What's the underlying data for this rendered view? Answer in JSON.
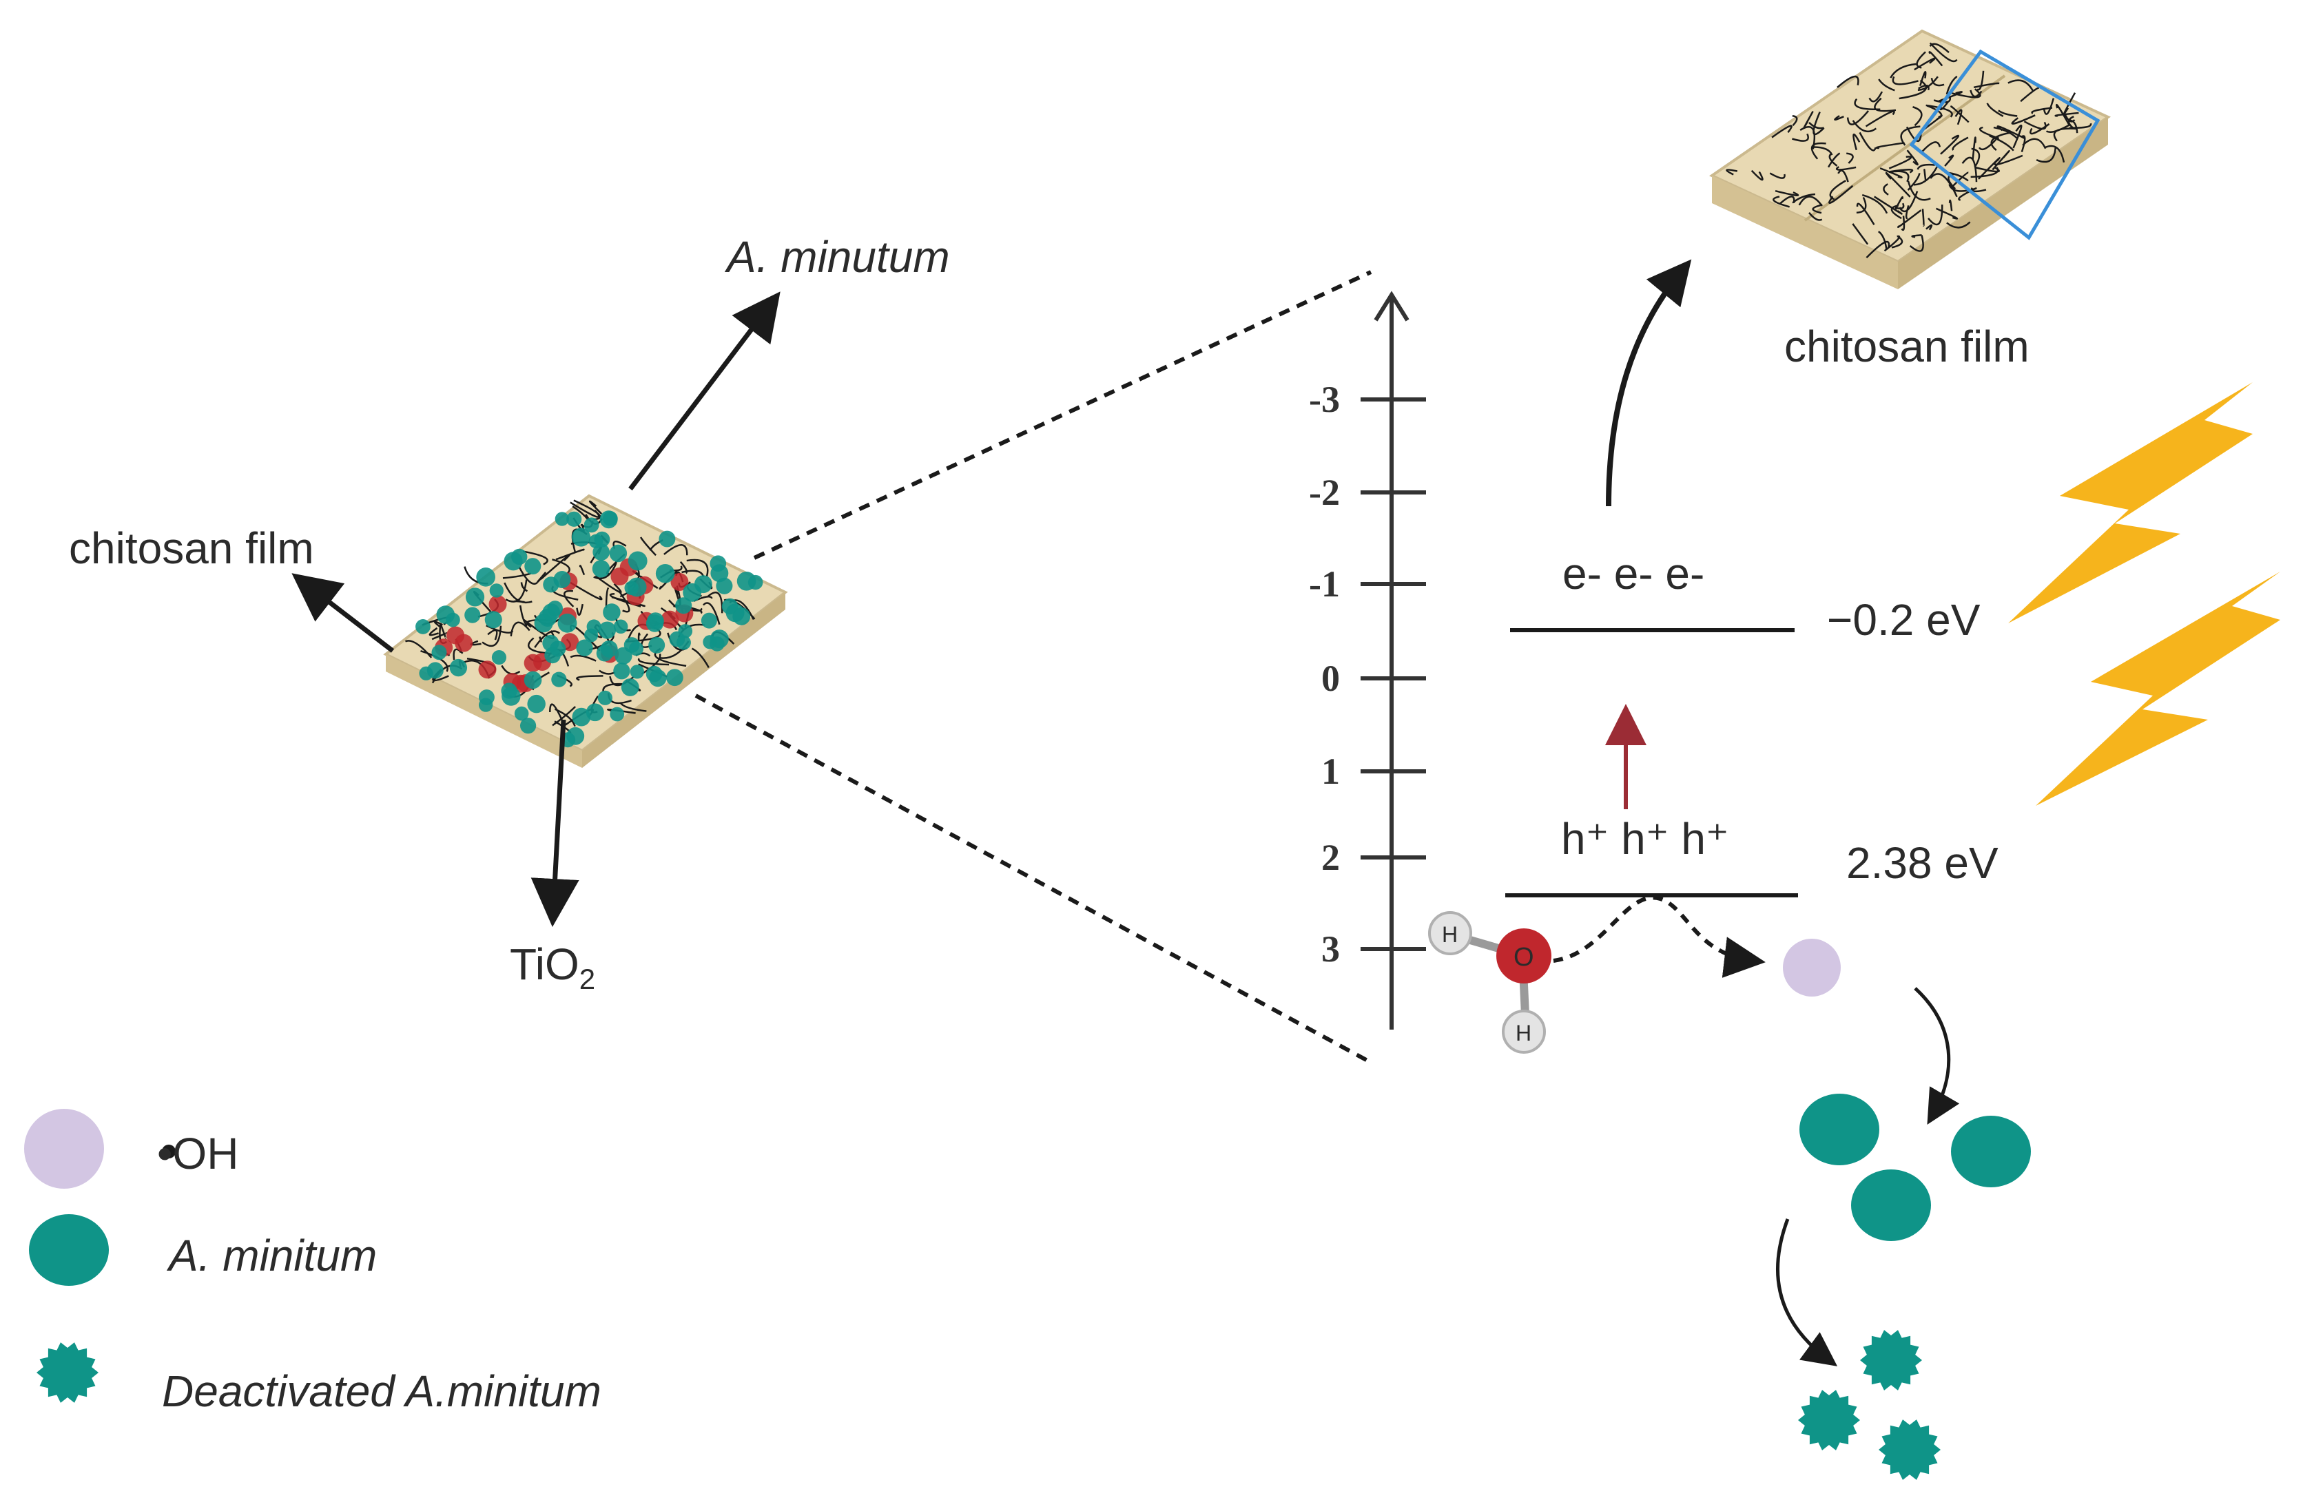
{
  "labels": {
    "a_minutum_arrow": "A. minutum",
    "chitosan_film_left": "chitosan film",
    "tio2_main": "TiO",
    "tio2_sub": "2",
    "chitosan_film_right": "chitosan film",
    "electrons": "e- e- e-",
    "holes": "h⁺ h⁺ h⁺",
    "cb_energy": "−0.2 eV",
    "vb_energy": "2.38 eV",
    "water_o": "O",
    "water_h": "H"
  },
  "energy_axis": {
    "ticks": [
      "-3",
      "-2",
      "-1",
      "0",
      "1",
      "2",
      "3"
    ],
    "cb_level_ev": -0.2,
    "vb_level_ev": 2.38
  },
  "legend": {
    "items": [
      {
        "label": "•OH",
        "icon": "hydroxyl-radical-circle"
      },
      {
        "label": "A. minitum",
        "icon": "a-minutum-cell-circle"
      },
      {
        "label": "Deactivated A.minitum",
        "icon": "deactivated-cell-star"
      }
    ]
  },
  "colors": {
    "teal": "#0f9488",
    "oh_lavender": "#d3c6e3",
    "lightning": "#f6b41c",
    "film": "#e8d9b3",
    "tio2_red": "#c0272d",
    "excitation_arrow": "#9b2c35",
    "zoom_box": "#3a8fd8"
  }
}
